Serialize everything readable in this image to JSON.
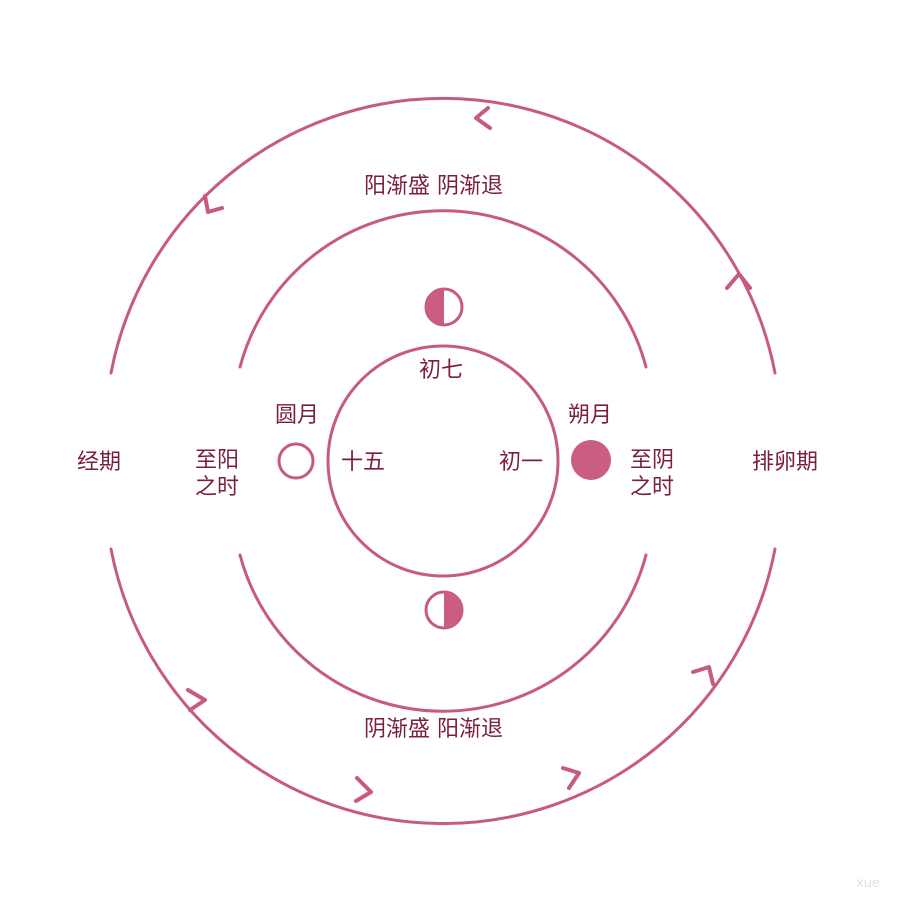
{
  "colors": {
    "stroke": "#c75b7e",
    "fill": "#c95e82",
    "text": "#7a1f3d"
  },
  "labels": {
    "outer_top": "阳渐盛 阴渐退",
    "outer_bottom": "阴渐盛 阳渐退",
    "left_phase": "经期",
    "right_phase": "排卵期",
    "left_mid_line1": "至阳",
    "left_mid_line2": "之时",
    "right_mid_line1": "至阴",
    "right_mid_line2": "之时",
    "full_moon": "圆月",
    "new_moon": "朔月",
    "day_15": "十五",
    "day_1": "初一",
    "day_7": "初七",
    "watermark": "xue"
  },
  "icons": {
    "top": "half-moon-icon",
    "bottom": "half-moon-icon",
    "left": "full-moon-icon",
    "right": "new-moon-icon"
  }
}
